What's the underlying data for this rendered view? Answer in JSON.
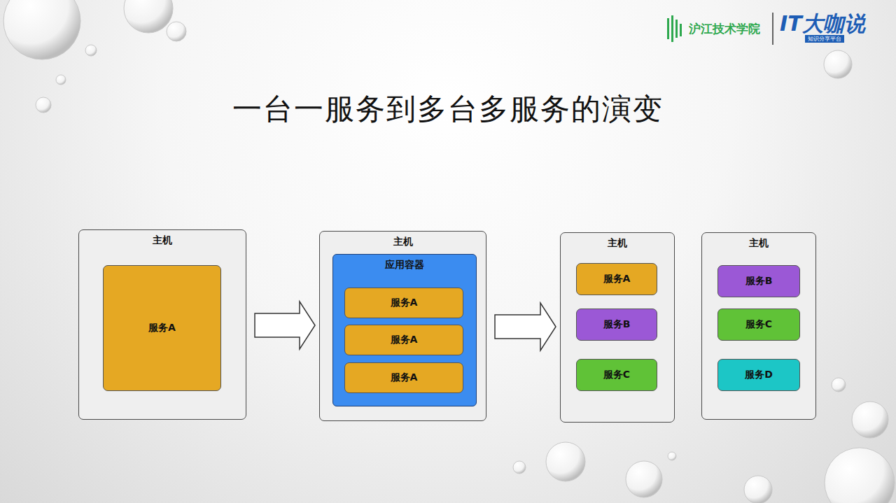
{
  "diagram": {
    "title": "一台一服务到多台多服务的演变",
    "nodes": [
      {
        "text": [
          "主机"
        ]
      },
      {
        "text": [
          "服务A"
        ],
        "in": 0
      },
      {
        "text": [
          "主机"
        ]
      },
      {
        "text": [
          "应用容器"
        ],
        "in": 2
      },
      {
        "text": [
          "服务A"
        ],
        "in": 3
      },
      {
        "text": [
          "服务A"
        ],
        "in": 3
      },
      {
        "text": [
          "服务A"
        ],
        "in": 3
      },
      {
        "text": [
          "主机"
        ]
      },
      {
        "text": [
          "服务A"
        ],
        "in": 7
      },
      {
        "text": [
          "服务B"
        ],
        "in": 7
      },
      {
        "text": [
          "服务C"
        ],
        "in": 7
      },
      {
        "text": [
          "主机"
        ]
      },
      {
        "text": [
          "服务B"
        ],
        "in": 11
      },
      {
        "text": [
          "服务C"
        ],
        "in": 11
      },
      {
        "text": [
          "服务D"
        ],
        "in": 11
      }
    ],
    "edges": [
      {
        "from": 0,
        "to": 2,
        "arrow": "to"
      },
      {
        "from": 2,
        "to": 7,
        "arrow": "to"
      }
    ],
    "labels": [
      "沪江技术学院",
      "IT大咖说",
      "知识分享平台"
    ]
  }
}
